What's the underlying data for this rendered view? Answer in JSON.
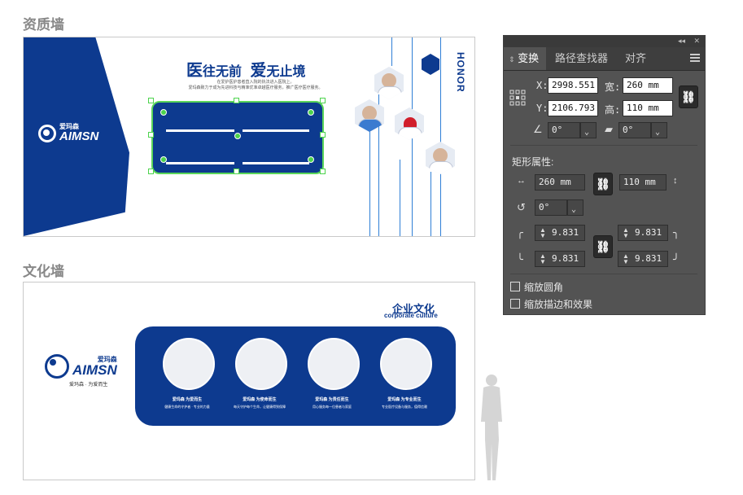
{
  "sections": {
    "honor_label": "资质墙",
    "culture_label": "文化墙"
  },
  "honor_wall": {
    "logo_cn": "爱玛森",
    "logo_en": "AIMSN",
    "title_big1": "医",
    "title_part1": "往无前",
    "title_big2": "爱",
    "title_part2": "无止境",
    "subtitle_line1": "在爱护医护患者直入院的执法进入医院上。",
    "subtitle_line2": "爱玛森致力于成为先进科技与精准优准卓越医疗服务，推广医疗医疗服务。",
    "honor_word": "HONOR"
  },
  "culture_wall": {
    "logo_cn": "爱玛森",
    "logo_en": "AIMSN",
    "slogan": "爱玛森 · 为爱而生",
    "title": "企业文化",
    "subtitle": "corporate culture",
    "items": [
      {
        "caption": "爱玛森 为爱而生",
        "text": "健康生命的守护者 · 专业的力量"
      },
      {
        "caption": "爱玛森 为使命而生",
        "text": "每天守护每个生命，让健康得到保障"
      },
      {
        "caption": "爱玛森 为责任而生",
        "text": "用心服务每一位患者与家庭"
      },
      {
        "caption": "爱玛森 为专业而生",
        "text": "专业医疗设备与服务，值得信赖"
      }
    ]
  },
  "panel": {
    "tabs": [
      "变换",
      "路径查找器",
      "对齐"
    ],
    "x_label": "X:",
    "x_value": "2998.551",
    "y_label": "Y:",
    "y_value": "2106.793",
    "width_label": "宽:",
    "width_value": "260 mm",
    "height_label": "高:",
    "height_value": "110 mm",
    "angle_value": "0°",
    "shear_value": "0°",
    "rect_props_label": "矩形属性:",
    "rect_width": "260 mm",
    "rect_height": "110 mm",
    "rect_rotation": "0°",
    "corner_tl": "9.831",
    "corner_tr": "9.831",
    "corner_bl": "9.831",
    "corner_br": "9.831",
    "scale_corners_label": "缩放圆角",
    "scale_strokes_label": "缩放描边和效果"
  }
}
